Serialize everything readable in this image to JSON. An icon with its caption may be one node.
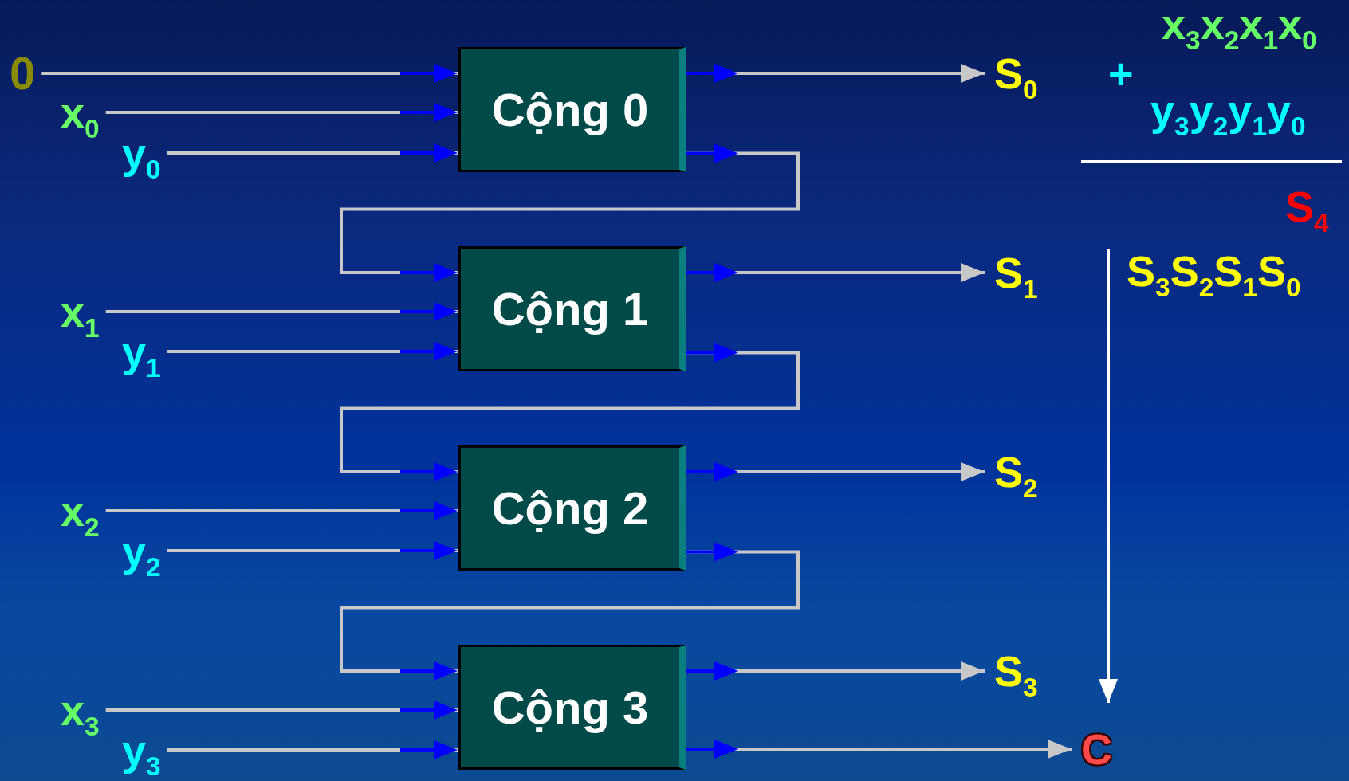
{
  "diagram": {
    "nodes": [
      {
        "text": [
          "0"
        ]
      },
      {
        "text": [
          "x$_{0}$"
        ]
      },
      {
        "text": [
          "y$_{0}$"
        ]
      },
      {
        "text": [
          "Cộng 0"
        ]
      },
      {
        "text": [
          "S$_{0}$"
        ]
      },
      {
        "text": [
          "x$_{1}$"
        ]
      },
      {
        "text": [
          "y$_{1}$"
        ]
      },
      {
        "text": [
          "Cộng 1"
        ]
      },
      {
        "text": [
          "S$_{1}$"
        ]
      },
      {
        "text": [
          "x$_{2}$"
        ]
      },
      {
        "text": [
          "y$_{2}$"
        ]
      },
      {
        "text": [
          "Cộng 2"
        ]
      },
      {
        "text": [
          "S$_{2}$"
        ]
      },
      {
        "text": [
          "x$_{3}$"
        ]
      },
      {
        "text": [
          "y$_{3}$"
        ]
      },
      {
        "text": [
          "Cộng 3"
        ]
      },
      {
        "text": [
          "S$_{3}$"
        ]
      },
      {
        "text": [
          "C"
        ]
      }
    ],
    "edges": [
      {
        "from": 0,
        "to": 3,
        "arrow": "to"
      },
      {
        "from": 1,
        "to": 3,
        "arrow": "to"
      },
      {
        "from": 2,
        "to": 3,
        "arrow": "to"
      },
      {
        "from": 3,
        "to": 4,
        "arrow": "to"
      },
      {
        "from": 3,
        "to": 7,
        "arrow": "to"
      },
      {
        "from": 5,
        "to": 7,
        "arrow": "to"
      },
      {
        "from": 6,
        "to": 7,
        "arrow": "to"
      },
      {
        "from": 7,
        "to": 8,
        "arrow": "to"
      },
      {
        "from": 7,
        "to": 11,
        "arrow": "to"
      },
      {
        "from": 9,
        "to": 11,
        "arrow": "to"
      },
      {
        "from": 10,
        "to": 11,
        "arrow": "to"
      },
      {
        "from": 11,
        "to": 12,
        "arrow": "to"
      },
      {
        "from": 11,
        "to": 15,
        "arrow": "to"
      },
      {
        "from": 13,
        "to": 15,
        "arrow": "to"
      },
      {
        "from": 14,
        "to": 15,
        "arrow": "to"
      },
      {
        "from": 15,
        "to": 16,
        "arrow": "to"
      },
      {
        "from": 15,
        "to": 17,
        "arrow": "to"
      }
    ],
    "labels": [
      "x$_{3}$x$_{2}$x$_{1}$x$_{0}$",
      "+",
      "y$_{3}$y$_{2}$y$_{1}$y$_{0}$",
      "S$_{4}$",
      "S$_{3}$S$_{2}$S$_{1}$S$_{0}$"
    ]
  }
}
